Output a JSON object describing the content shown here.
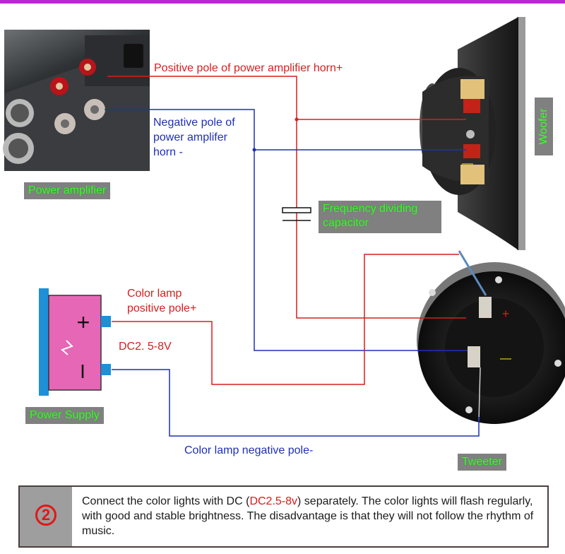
{
  "labels": {
    "positive_horn": "Positive pole of power amplifier horn+",
    "negative_horn_1": "Negative pole of",
    "negative_horn_2": "power amplifer",
    "negative_horn_3": "horn -",
    "lamp_positive_1": "Color lamp",
    "lamp_positive_2": "positive pole+",
    "dc_voltage": "DC2. 5-8V",
    "lamp_negative": "Color lamp negative pole-"
  },
  "tags": {
    "power_amplifier": "Power amplifier",
    "capacitor_1": "Frequency dividing",
    "capacitor_2": "capacitor",
    "woofer": "Woofer",
    "power_supply": "Power Supply",
    "tweeter": "Tweeter"
  },
  "symbols": {
    "plus": "+",
    "minus": "—",
    "psu_plus": "+",
    "psu_minus": "I"
  },
  "note": {
    "number": "2",
    "text_before": "Connect the color lights with DC (",
    "highlight": "DC2.5-8v",
    "text_after": ") separately. The color lights will flash regularly, with good and stable brightness. The disadvantage is that they will not follow the rhythm of music."
  },
  "colors": {
    "accent_bar": "#b52bcd",
    "positive_wire": "#d61f1f",
    "negative_wire": "#1f2fb5",
    "tag_background": "#808080",
    "tag_text": "#39ff2a",
    "power_supply_body": "#e567b5",
    "power_supply_edge": "#1f8fd6"
  }
}
